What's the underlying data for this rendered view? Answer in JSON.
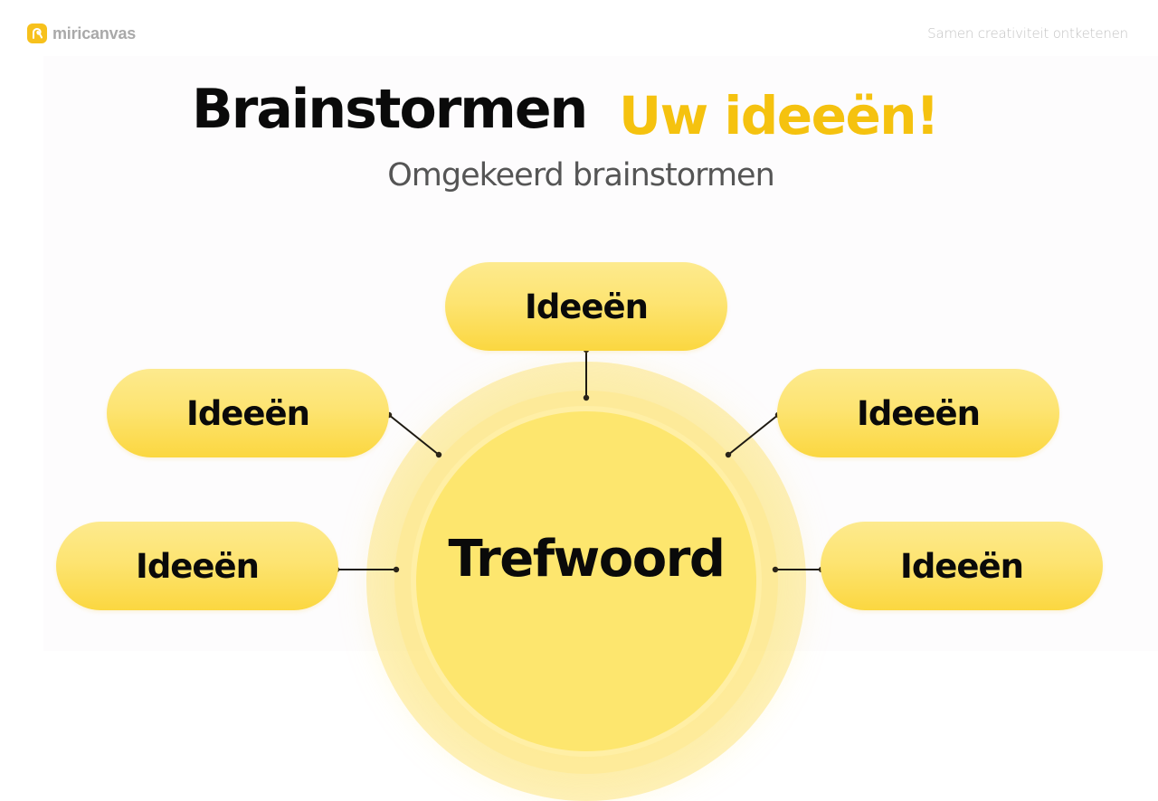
{
  "header": {
    "logo_text": "miricanvas",
    "tagline": "Samen creativiteit ontketenen"
  },
  "slide": {
    "title": "Brainstormen",
    "title_accent": "Uw ideeën!",
    "subtitle": "Omgekeerd brainstormen",
    "accent_color": "#f5c20f",
    "center": {
      "label": "Trefwoord",
      "color": "#fde66e"
    },
    "ideas": [
      {
        "position": "top",
        "label": "Ideeën"
      },
      {
        "position": "middle-left",
        "label": "Ideeën"
      },
      {
        "position": "middle-right",
        "label": "Ideeën"
      },
      {
        "position": "bottom-left",
        "label": "Ideeën"
      },
      {
        "position": "bottom-right",
        "label": "Ideeën"
      }
    ],
    "pill_colors": {
      "top": "#fdea8e",
      "bottom": "#fbd740"
    }
  }
}
